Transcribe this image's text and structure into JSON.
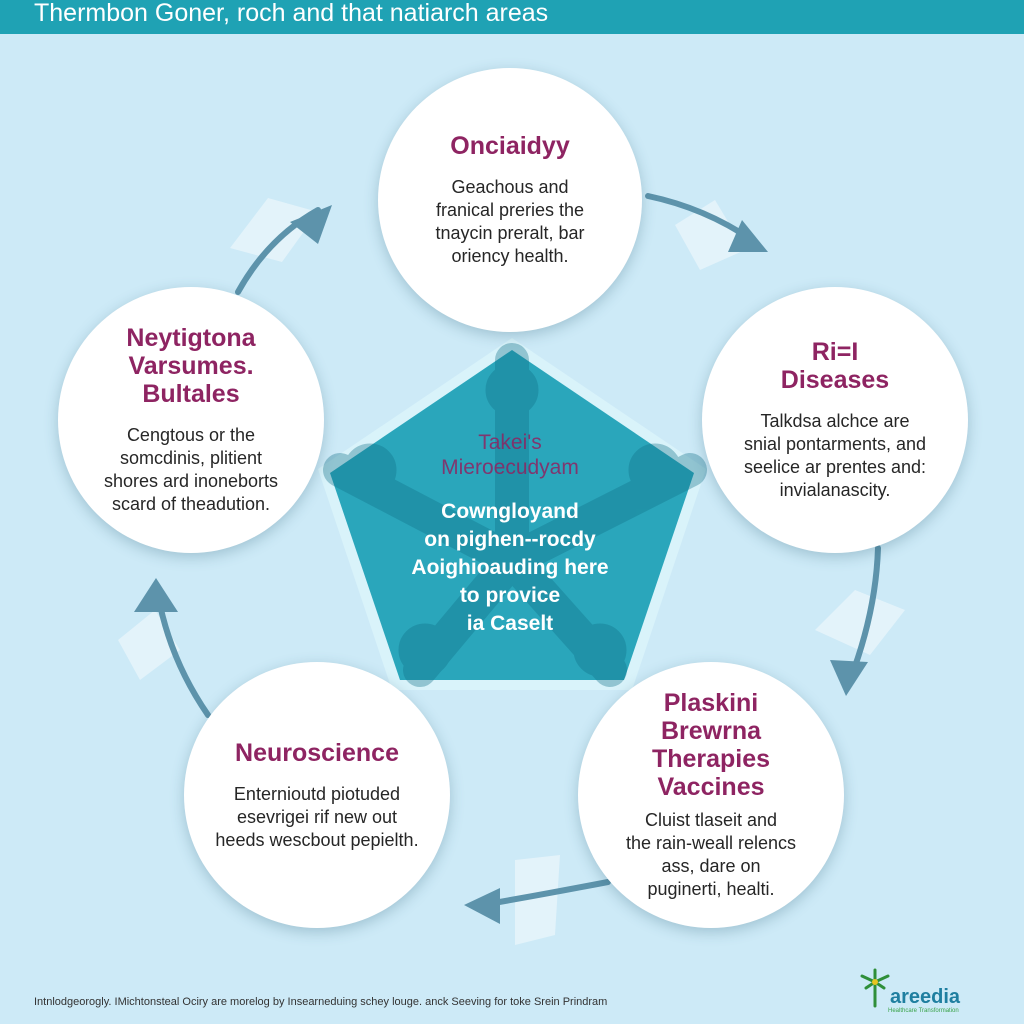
{
  "header": {
    "title": "Thermbon Goner, roch and that natiarch areas"
  },
  "center": {
    "title_lines": [
      "Takei's",
      "Mieroecudyam"
    ],
    "body_lines": [
      "Cowngloyand",
      "on pighen--rocdy",
      "Aoighioauding here",
      "to provice",
      "ia Caselt"
    ]
  },
  "nodes": [
    {
      "id": "top",
      "title_lines": [
        "Onciaidyy"
      ],
      "body_lines": [
        "Geachous and",
        "franical preries the",
        "tnaycin preralt, bar",
        "oriency health."
      ]
    },
    {
      "id": "right",
      "title_lines": [
        "Ri=I",
        "Diseases"
      ],
      "body_lines": [
        "Talkdsa alchce are",
        "snial pontarments, and",
        "seelice ar prentes and:",
        "invialanascity."
      ]
    },
    {
      "id": "bottom-right",
      "title_lines": [
        "Plaskini",
        "Brewrna",
        "Therapies",
        "Vaccines"
      ],
      "body_lines": [
        "Cluist tlaseit and",
        "the rain-weall relencs",
        "ass, dare on",
        "puginerti, healti."
      ]
    },
    {
      "id": "bottom-left",
      "title_lines": [
        "Neuroscience"
      ],
      "body_lines": [
        "Enternioutd piotuded",
        "esevrigei rif new out",
        "heeds wescbout pepielth."
      ]
    },
    {
      "id": "left",
      "title_lines": [
        "Neytigtona",
        "Varsumes.",
        "Bultales"
      ],
      "body_lines": [
        "Cengtous or the",
        "somcdinis, plitient",
        "shores ard inoneborts",
        "scard of theadution."
      ]
    }
  ],
  "footer": {
    "text": "Intnlodgeorogly. IMichtonsteal Ociry are morelog by Insearneduing schey louge. anck Seeving for toke Srein Prindram"
  },
  "logo": {
    "name": "areedia",
    "tagline": "Healthcare Transformation"
  },
  "colors": {
    "background": "#cdeaf7",
    "header": "#1fa2b4",
    "title_accent": "#8e2462",
    "pentagon": "#2aa6bb",
    "arrow": "#5d93ab"
  }
}
